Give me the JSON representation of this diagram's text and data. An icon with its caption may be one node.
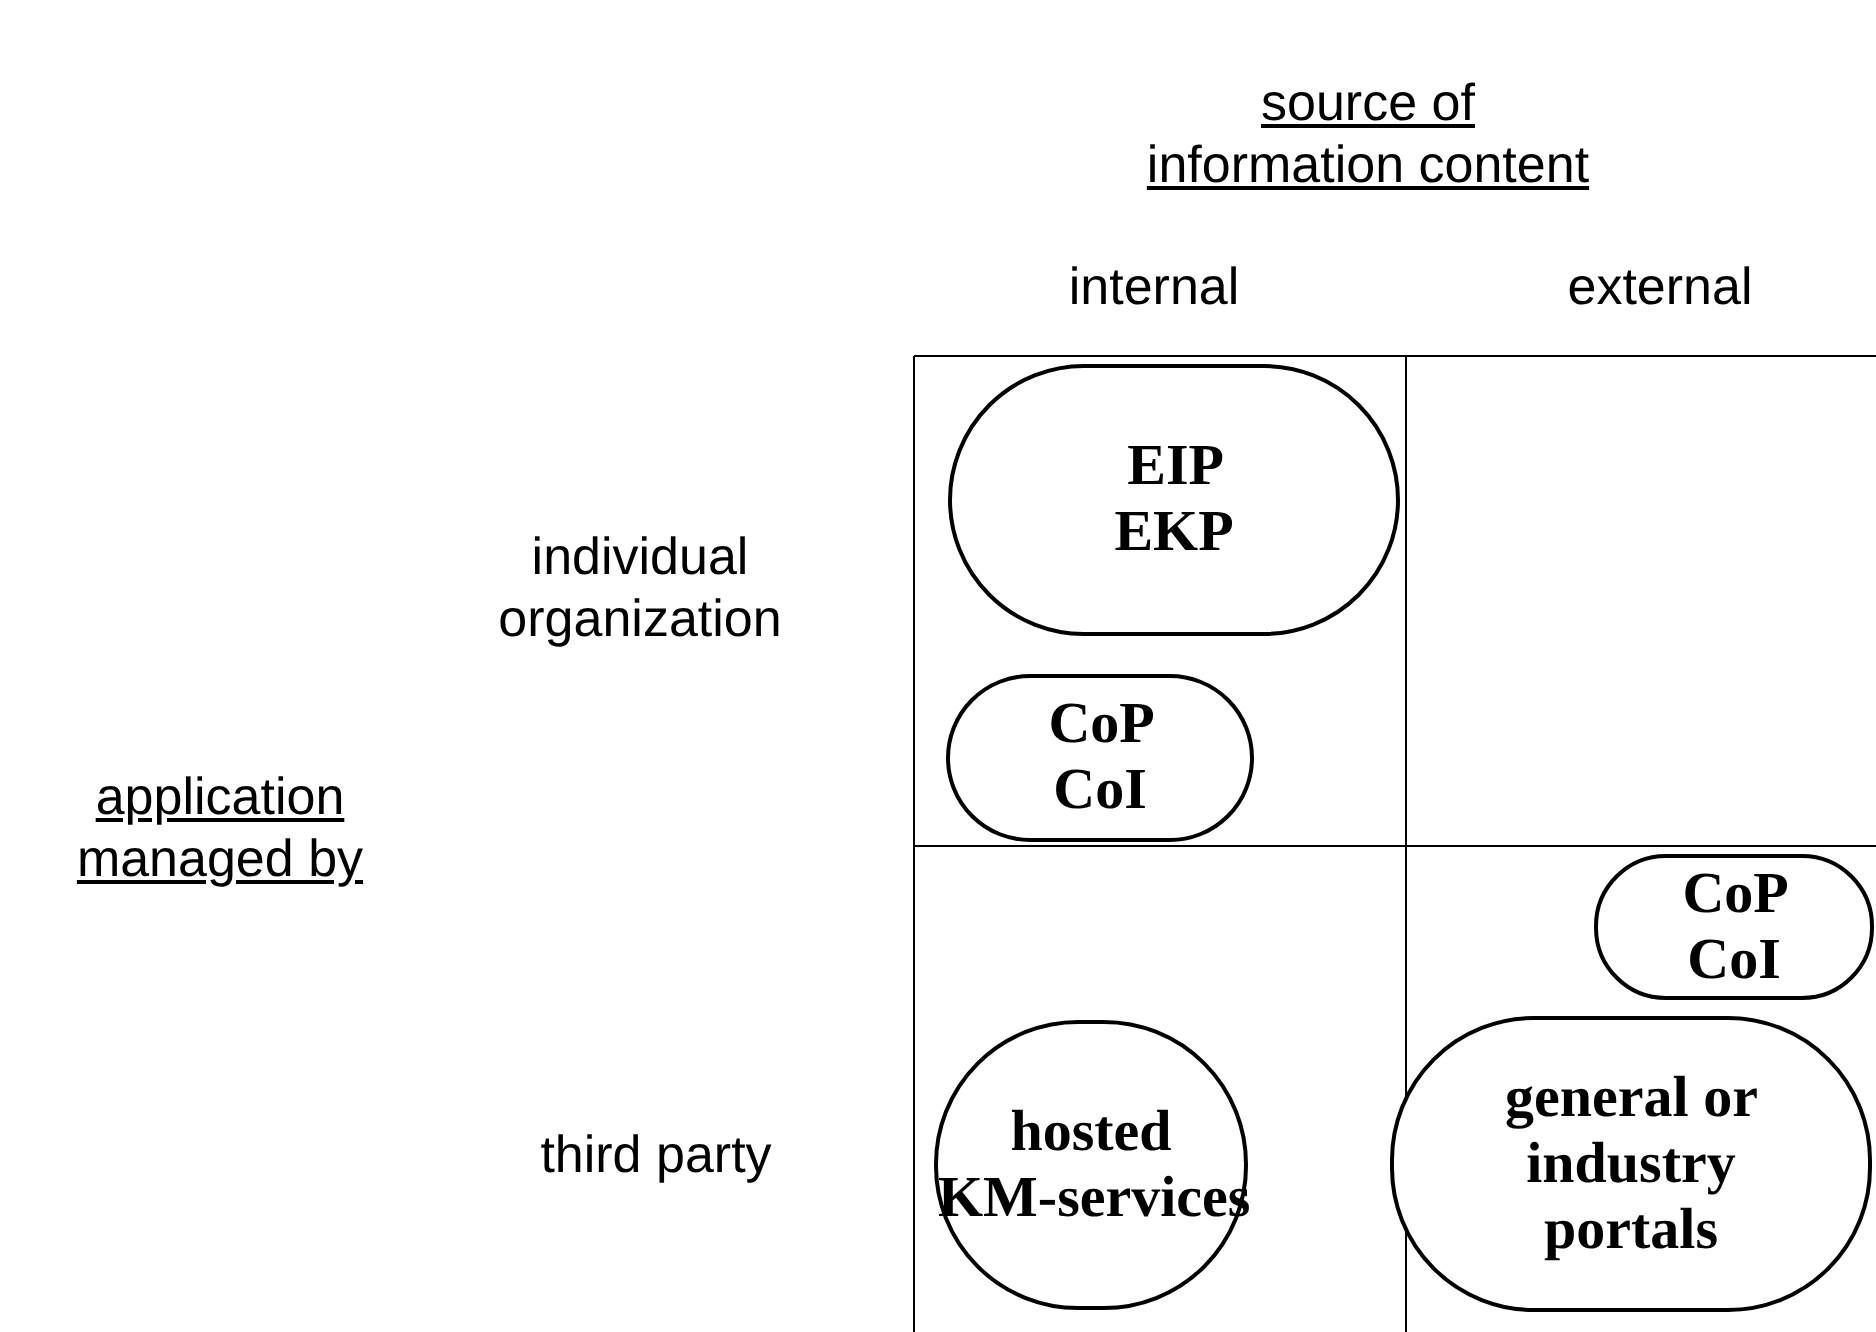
{
  "diagram": {
    "nodes": [
      {
        "text": [
          "EIP EKP"
        ]
      },
      {
        "text": [
          "CoP CoI"
        ]
      },
      {
        "text": [
          "CoP CoI"
        ]
      },
      {
        "text": [
          "hosted KM-services"
        ]
      },
      {
        "text": [
          "general or industry portals"
        ]
      }
    ],
    "labels": [
      "source of information content",
      "internal",
      "external",
      "application managed by",
      "individual organization",
      "third party"
    ]
  }
}
